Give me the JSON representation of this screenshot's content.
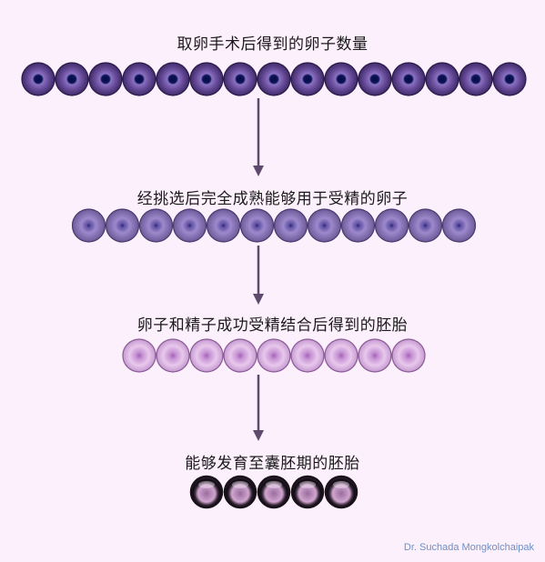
{
  "stages": [
    {
      "label": "取卵手术后得到的卵子数量",
      "count": 15,
      "style": "egg-dark"
    },
    {
      "label": "经挑选后完全成熟能够用于受精的卵子",
      "count": 12,
      "style": "egg-mature"
    },
    {
      "label": "卵子和精子成功受精结合后得到的胚胎",
      "count": 9,
      "style": "embryo"
    },
    {
      "label": "能够发育至囊胚期的胚胎",
      "count": 5,
      "style": "blastocyst"
    }
  ],
  "credit": "Dr. Suchada Mongkolchaipak",
  "colors": {
    "background": "#fcf0fc",
    "arrow": "#5e4a6e"
  }
}
